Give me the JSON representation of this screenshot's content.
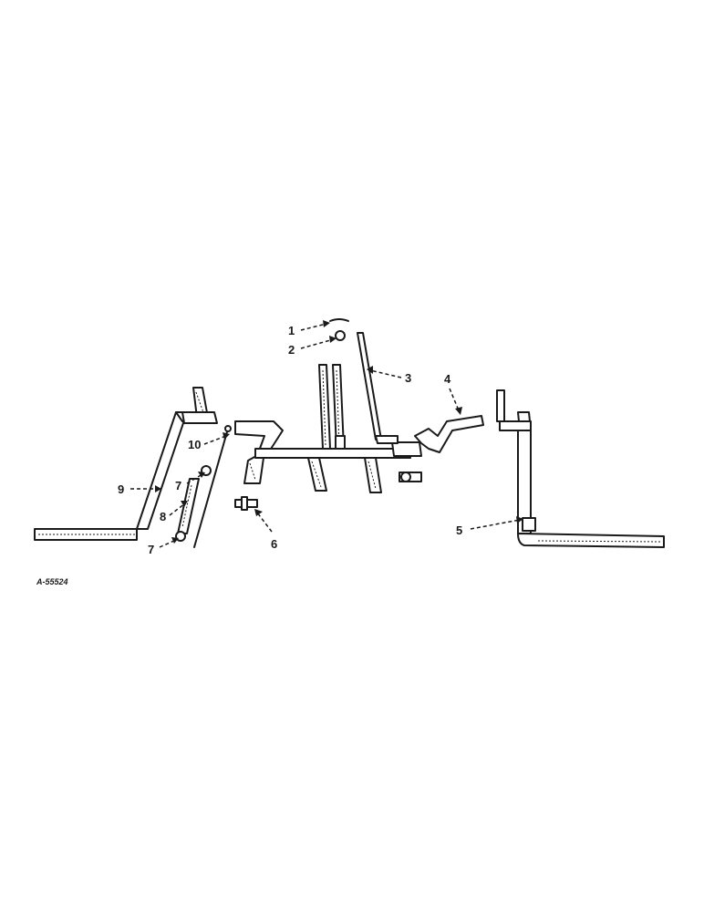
{
  "drawing_code": "A-55524",
  "callouts": [
    {
      "id": "callout-1",
      "text": "1"
    },
    {
      "id": "callout-2",
      "text": "2"
    },
    {
      "id": "callout-3",
      "text": "3"
    },
    {
      "id": "callout-4",
      "text": "4"
    },
    {
      "id": "callout-5",
      "text": "5"
    },
    {
      "id": "callout-6",
      "text": "6"
    },
    {
      "id": "callout-7a",
      "text": "7"
    },
    {
      "id": "callout-7b",
      "text": "7"
    },
    {
      "id": "callout-8",
      "text": "8"
    },
    {
      "id": "callout-9",
      "text": "9"
    },
    {
      "id": "callout-10",
      "text": "10"
    }
  ]
}
